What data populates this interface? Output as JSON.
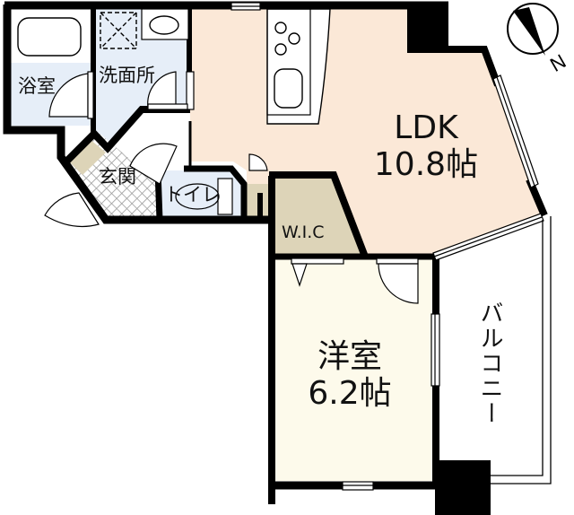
{
  "floor_plan": {
    "type": "1LDK",
    "rooms": [
      {
        "id": "bath",
        "label": "浴室",
        "color": "#e6eef8"
      },
      {
        "id": "washroom",
        "label": "洗面所",
        "color": "#e6eef8"
      },
      {
        "id": "entrance",
        "label": "玄関",
        "color": "#ffffff"
      },
      {
        "id": "toilet",
        "label": "トイレ",
        "color": "#e6eef8"
      },
      {
        "id": "ldk",
        "label": "LDK",
        "size": "10.8帖",
        "color": "#fbe8d7"
      },
      {
        "id": "wic",
        "label": "W.I.C",
        "color": "#ddd4b8"
      },
      {
        "id": "western",
        "label": "洋室",
        "size": "6.2帖",
        "color": "#fdfaeb"
      },
      {
        "id": "balcony",
        "label": "バルコニー",
        "color": "#ffffff"
      }
    ],
    "compass": {
      "label": "N",
      "icon": "compass-north-icon"
    },
    "colors": {
      "wall": "#000000",
      "wet_area": "#e6eef8",
      "ldk": "#fbe8d7",
      "storage": "#ddd4b8",
      "western": "#fdfaeb",
      "tile": "#999999"
    }
  }
}
